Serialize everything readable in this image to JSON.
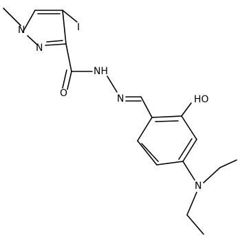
{
  "molecule": {
    "atoms": [
      {
        "key": "N1",
        "label": "N"
      },
      {
        "key": "N2",
        "label": "N"
      },
      {
        "key": "I",
        "label": "I"
      },
      {
        "key": "O",
        "label": "O"
      },
      {
        "key": "NH",
        "label": "NH"
      },
      {
        "key": "N",
        "label": "N"
      },
      {
        "key": "OH",
        "label": "HO"
      },
      {
        "key": "NEt",
        "label": "N"
      }
    ]
  }
}
